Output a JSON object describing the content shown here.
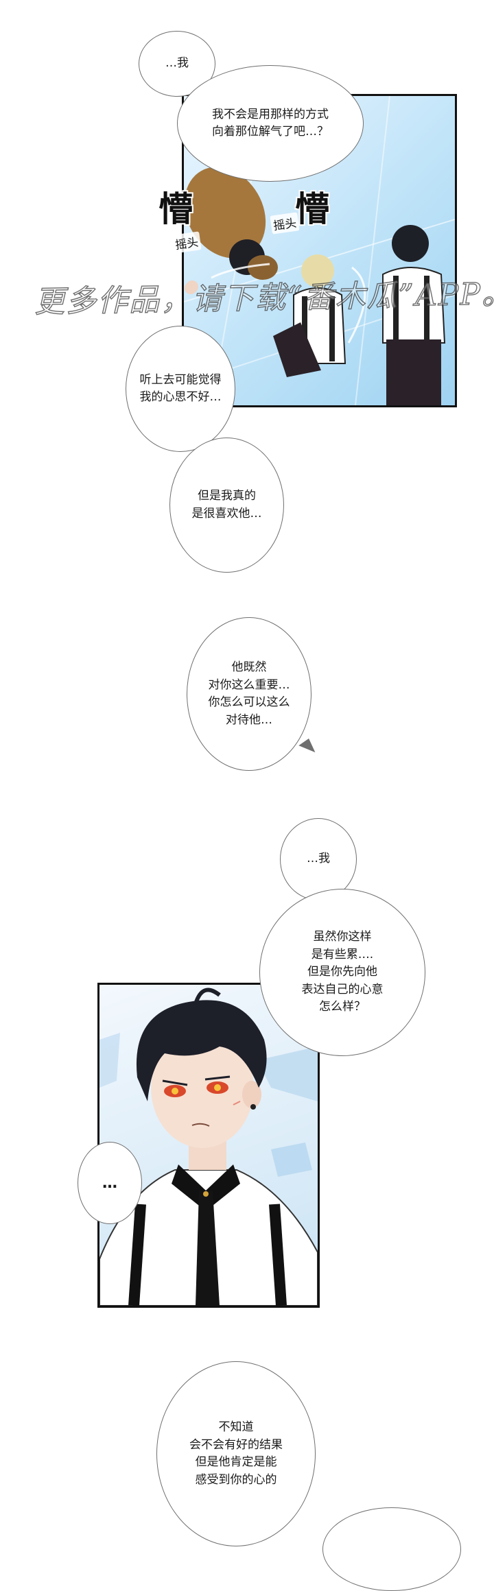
{
  "bubbles": {
    "b1": "…我",
    "b2": "我不会是用那样的方式\n向着那位解气了吧…？",
    "b3": "听上去可能觉得\n我的心思不好…",
    "b4": "但是我真的\n是很喜欢他…",
    "b5": "他既然\n对你这么重要…\n你怎么可以这么\n对待他…",
    "b6": "…我",
    "b7": "虽然你这样\n是有些累….\n但是你先向他\n表达自己的心意\n怎么样？",
    "b8": "…",
    "b9": "不知道\n会不会有好的结果\n但是他肯定是能\n感受到你的心的"
  },
  "sfx": {
    "left_big": "懵",
    "right_big": "懵",
    "left_small": "摇头",
    "right_small": "摇头"
  },
  "watermark": "更多作品，请下载“番木瓜”APP。",
  "colors": {
    "panel_border": "#111111",
    "bubble_border": "#6f6f6f",
    "floor_blue": "#9fd3f2"
  }
}
